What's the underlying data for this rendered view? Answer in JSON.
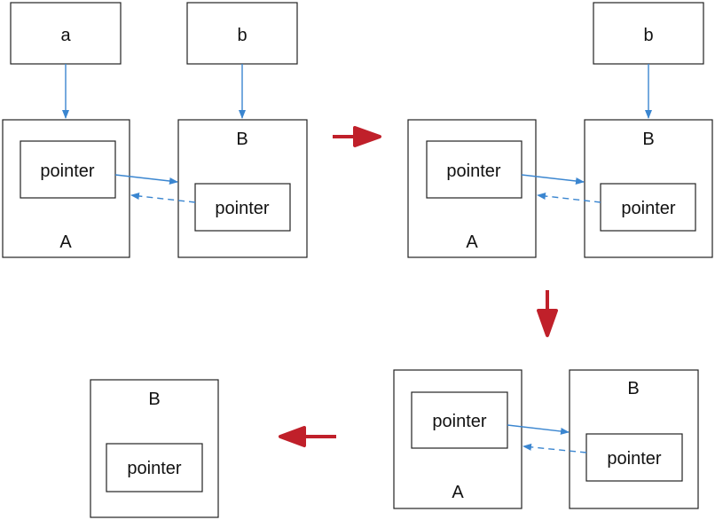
{
  "labels": {
    "var_a": "a",
    "var_b": "b",
    "object_a": "A",
    "object_b": "B",
    "pointer": "pointer"
  },
  "colors": {
    "link": "#3b86d0",
    "transition_arrow": "#c0202a",
    "border": "#222222"
  }
}
